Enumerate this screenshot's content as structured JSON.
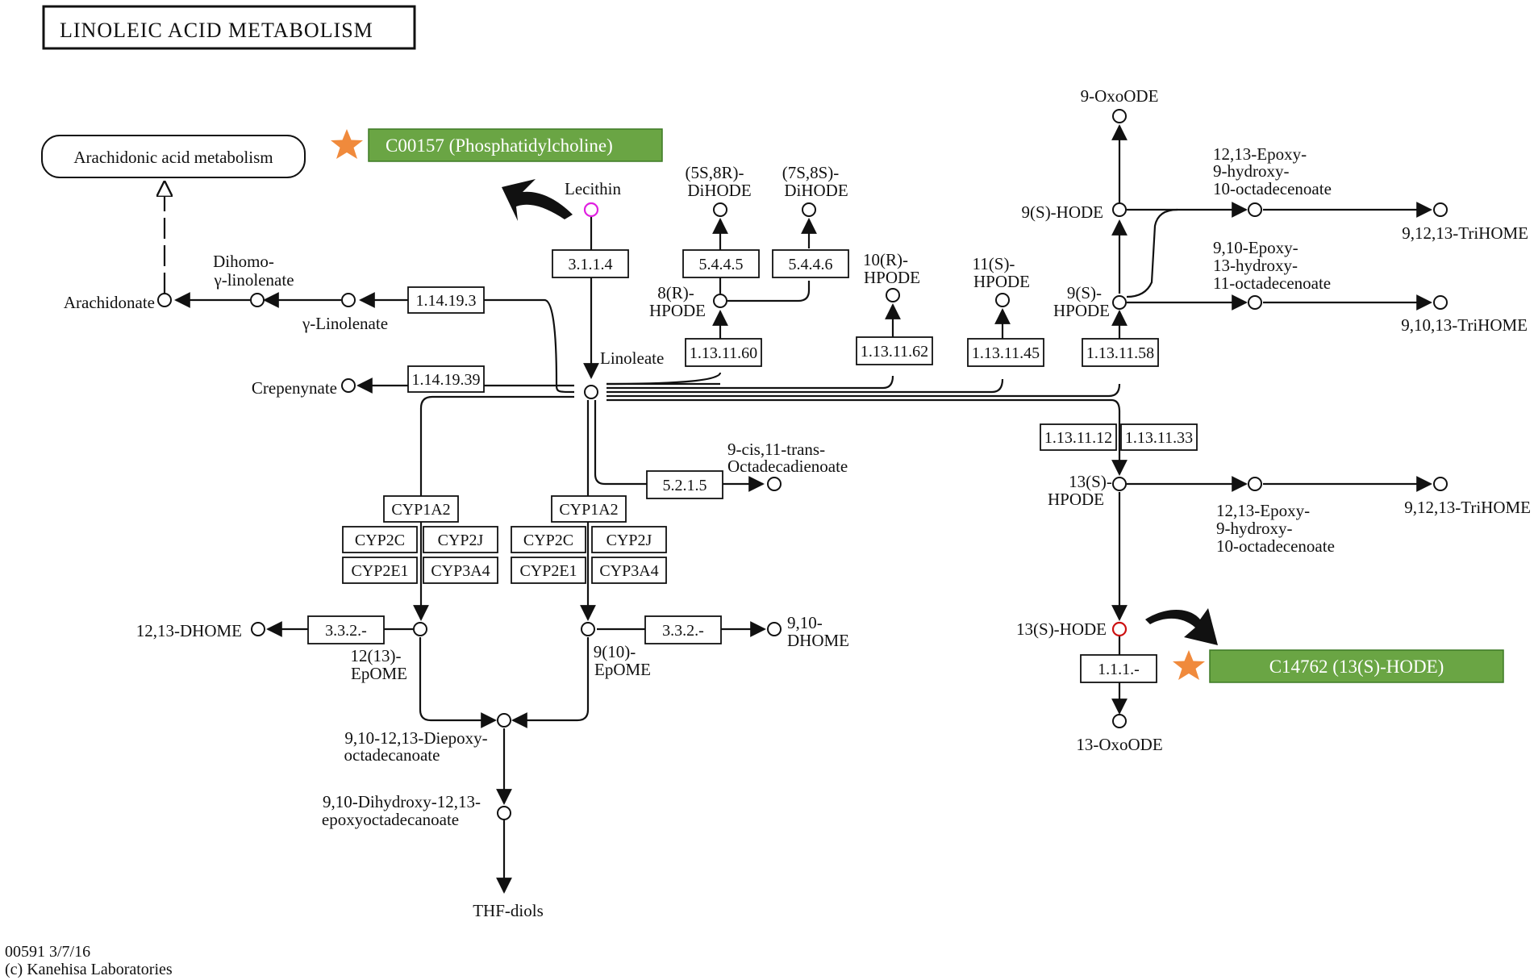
{
  "title": "LINOLEIC ACID METABOLISM",
  "pathway_link": "Arachidonic acid metabolism",
  "highlights": {
    "phosphatidylcholine": "C00157 (Phosphatidylcholine)",
    "hode": "C14762 (13(S)-HODE)",
    "fill_color": "#6aa544",
    "star_color": "#f08a3c"
  },
  "compounds": {
    "lecithin": "Lecithin",
    "linoleate": "Linoleate",
    "arachidonate": "Arachidonate",
    "dihomo_1": "Dihomo-",
    "dihomo_2": "γ-linolenate",
    "gamma_linolenate": "γ-Linolenate",
    "crepenynate": "Crepenynate",
    "dihode_5s_1": "(5S,8R)-",
    "dihode_5s_2": "DiHODE",
    "dihode_7s_1": "(7S,8S)-",
    "dihode_7s_2": "DiHODE",
    "hpode_8r_1": "8(R)-",
    "hpode_8r_2": "HPODE",
    "hpode_10r_1": "10(R)-",
    "hpode_10r_2": "HPODE",
    "hpode_11s_1": "11(S)-",
    "hpode_11s_2": "HPODE",
    "oxoode9": "9-OxoODE",
    "hode9": "9(S)-HODE",
    "hpode9_1": "9(S)-",
    "hpode9_2": "HPODE",
    "epoxy_a1": "12,13-Epoxy-",
    "epoxy_a2": "9-hydroxy-",
    "epoxy_a3": "10-octadecenoate",
    "trihome_a": "9,12,13-TriHOME",
    "epoxy_b1": "9,10-Epoxy-",
    "epoxy_b2": "13-hydroxy-",
    "epoxy_b3": "11-octadecenoate",
    "trihome_b": "9,10,13-TriHOME",
    "octadeca_1": "9-cis,11-trans-",
    "octadeca_2": "Octadecadienoate",
    "hpode13_1": "13(S)-",
    "hpode13_2": "HPODE",
    "epoxy_c1": "12,13-Epoxy-",
    "epoxy_c2": "9-hydroxy-",
    "epoxy_c3": "10-octadecenoate",
    "trihome_c": "9,12,13-TriHOME",
    "hode13": "13(S)-HODE",
    "oxoode13": "13-OxoODE",
    "dhome1213": "12,13-DHOME",
    "epome1213_1": "12(13)-",
    "epome1213_2": "EpOME",
    "epome910_1": "9(10)-",
    "epome910_2": "EpOME",
    "dhome910_1": "9,10-",
    "dhome910_2": "DHOME",
    "diepoxy_1": "9,10-12,13-Diepoxy-",
    "diepoxy_2": "octadecanoate",
    "dihydroxy_1": "9,10-Dihydroxy-12,13-",
    "dihydroxy_2": "epoxyoctadecanoate",
    "thf": "THF-diols"
  },
  "enzymes": {
    "e3114": "3.1.1.4",
    "e1419_3": "1.14.19.3",
    "e1419_39": "1.14.19.39",
    "e5445": "5.4.4.5",
    "e5446": "5.4.4.6",
    "e11311_60": "1.13.11.60",
    "e11311_62": "1.13.11.62",
    "e11311_45": "1.13.11.45",
    "e11311_58": "1.13.11.58",
    "e11311_12": "1.13.11.12",
    "e11311_33": "1.13.11.33",
    "e5215": "5.2.1.5",
    "e332a": "3.3.2.-",
    "e332b": "3.3.2.-",
    "e111": "1.1.1.-",
    "cyp1a2": "CYP1A2",
    "cyp2c": "CYP2C",
    "cyp2j": "CYP2J",
    "cyp2e1": "CYP2E1",
    "cyp3a4": "CYP3A4"
  },
  "footer": {
    "id_date": "00591 3/7/16",
    "copyright": "(c) Kanehisa Laboratories"
  }
}
